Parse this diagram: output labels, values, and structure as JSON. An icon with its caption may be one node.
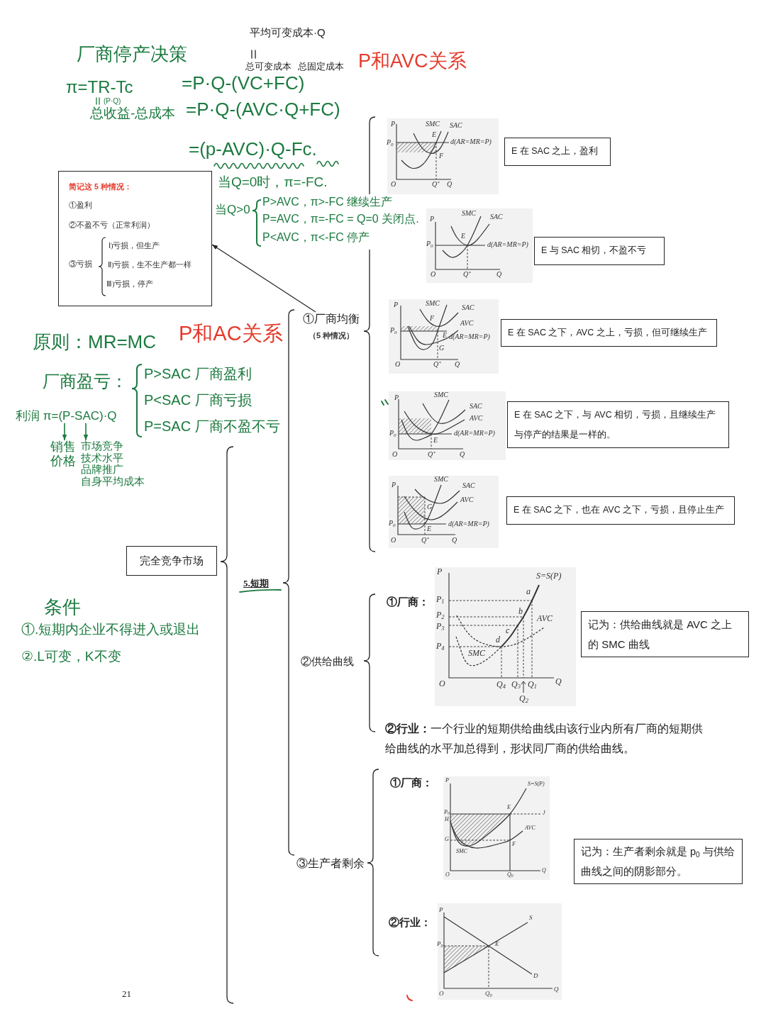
{
  "diagram": {
    "nodes": [
      {
        "text": [
          "完全竞争市场"
        ]
      },
      {
        "text": [
          "简记这 5 种情况：",
          "①盈利",
          "②不盈不亏（正常利润）",
          "③亏损",
          "Ⅰ)亏损，但生产",
          "Ⅱ)亏损，生不生产都一样",
          "Ⅲ)亏损，停产"
        ]
      },
      {
        "text": [
          "①厂商均衡",
          "（5 种情况）"
        ]
      },
      {
        "text": [
          "E 在 SAC 之上，盈利"
        ]
      },
      {
        "text": [
          "E 与 SAC 相切，不盈不亏"
        ]
      },
      {
        "text": [
          "E 在 SAC 之下，AVC 之上，亏损，但可继续生产"
        ]
      },
      {
        "text": [
          "E 在 SAC 之下，与 AVC 相切，亏损，且继续生产与停产的结果是一样的。"
        ]
      },
      {
        "text": [
          "E 在 SAC 之下，也在 AVC 之下，亏损，且停止生产"
        ]
      },
      {
        "text": [
          "记为：供给曲线就是 AVC 之上的 SMC 曲线"
        ]
      },
      {
        "text": [
          "记为：生产者剩余就是 p$_{0}$ 与供给曲线之间的阴影部分。"
        ]
      },
      {
        "text": [
          "利润 π=(P-SAC)·Q"
        ]
      },
      {
        "text": [
          "销售价格"
        ]
      },
      {
        "text": [
          "市场竞争",
          "技术水平",
          "品牌推广",
          "自身平均成本"
        ]
      }
    ],
    "edges": [
      {
        "from": 2,
        "to": 1,
        "arrow": "to"
      },
      {
        "from": 10,
        "to": 11,
        "arrow": "to",
        "color": "#1b7a3f"
      },
      {
        "from": 10,
        "to": 12,
        "arrow": "to",
        "color": "#1b7a3f"
      }
    ],
    "labels": [
      "平均可变成本·Q",
      "厂商停产决策",
      "总可变成本",
      "总固定成本",
      "P和AVC关系",
      "π=TR-Tc",
      "=P·Q-(VC+FC)",
      "(P·Q)",
      "总收益-总成本",
      "=P·Q-(AVC·Q+FC)",
      "=(p-AVC)·Q-Fc.",
      "当Q=0时，π=-FC.",
      "当Q>0",
      "P>AVC，π>-FC 继续生产",
      "P=AVC，π=-FC = Q=0 关闭点.",
      "P<AVC，π<-FC 停产",
      "P",
      "SMC",
      "SAC",
      "E",
      "P$_{0}$",
      "d(AR=MR=P)",
      "F",
      "O",
      "Q$^{*}$",
      "Q",
      "P",
      "SMC",
      "SAC",
      "E",
      "P$_{0}$",
      "d(AR=MR=P)",
      "O",
      "Q$^{*}$",
      "Q",
      "P和AC关系",
      "原则：MR=MC",
      "厂商盈亏：",
      "P>SAC 厂商盈利",
      "P<SAC 厂商亏损",
      "P=SAC 厂商不盈不亏",
      "P",
      "SMC",
      "SAC",
      "F",
      "AVC",
      "P$_{0}$",
      "E",
      "d(AR=MR=P)",
      "G",
      "O",
      "Q$^{*}$",
      "Q",
      "P",
      "SMC",
      "SAC",
      "AVC",
      "P$_{0}$",
      "d(AR=MR=P)",
      "E",
      "O",
      "Q$^{*}$",
      "Q",
      "P",
      "SMC",
      "SAC",
      "AVC",
      "G",
      "P$_{0}$",
      "d(AR=MR=P)",
      "E",
      "O",
      "Q$^{*}$",
      "Q",
      "5.短期",
      "条件",
      "①.短期内企业不得进入或退出",
      "②.L可变，K不变",
      "②供给曲线",
      "①厂商：",
      "P",
      "S=S(P)",
      "P$_{1}$",
      "a",
      "P$_{2}$",
      "b",
      "AVC",
      "P$_{3}$",
      "c",
      "P$_{4}$",
      "d",
      "SMC",
      "O",
      "Q$_{4}$",
      "Q$_{3}$",
      "Q$_{1}$",
      "Q",
      "Q$_{2}$",
      "**②行业：**一个行业的短期供给曲线由该行业内所有厂商的短期供给曲线的水平加总得到，形状同厂商的供给曲线。",
      "③生产者剩余",
      "①厂商：",
      "P",
      "S=S(P)",
      "P$_{0}$",
      "E",
      "J",
      "H",
      "AVC",
      "G",
      "F",
      "SMC",
      "O",
      "Q$_{0}$",
      "Q",
      "②行业：",
      "P",
      "S",
      "P$_{0}$",
      "E",
      "D",
      "O",
      "Q$_{0}$",
      "Q",
      "21"
    ]
  }
}
